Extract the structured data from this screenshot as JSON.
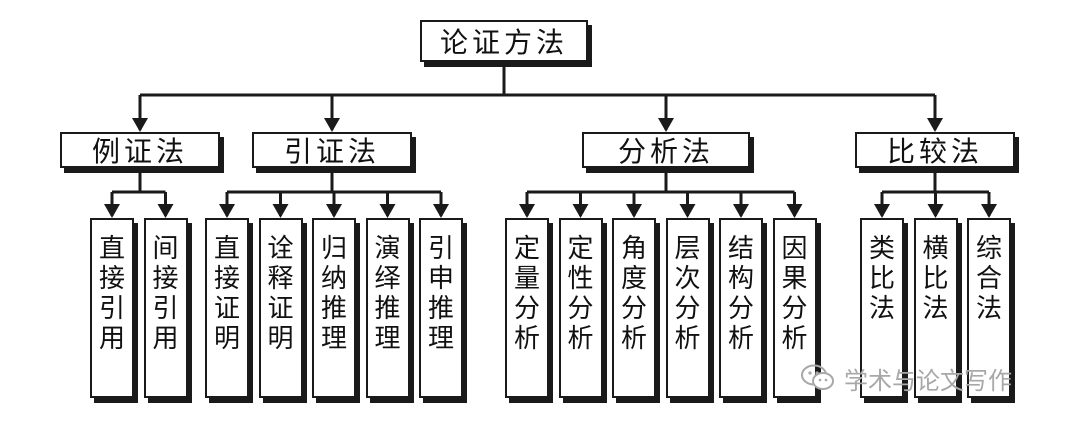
{
  "root": {
    "label": "论证方法"
  },
  "categories": [
    {
      "label": "例证法",
      "children": [
        "直接引用",
        "间接引用"
      ]
    },
    {
      "label": "引证法",
      "children": [
        "直接证明",
        "诠释证明",
        "归纳推理",
        "演绎推理",
        "引申推理"
      ]
    },
    {
      "label": "分析法",
      "children": [
        "定量分析",
        "定性分析",
        "角度分析",
        "层次分析",
        "结构分析",
        "因果分析"
      ]
    },
    {
      "label": "比较法",
      "children": [
        "类比法",
        "横比法",
        "综合法"
      ]
    }
  ],
  "watermark": {
    "text": "学术与论文写作",
    "icon": "wechat-icon"
  },
  "colors": {
    "line": "#1a1a1a",
    "watermark": "#a8a8a8"
  }
}
